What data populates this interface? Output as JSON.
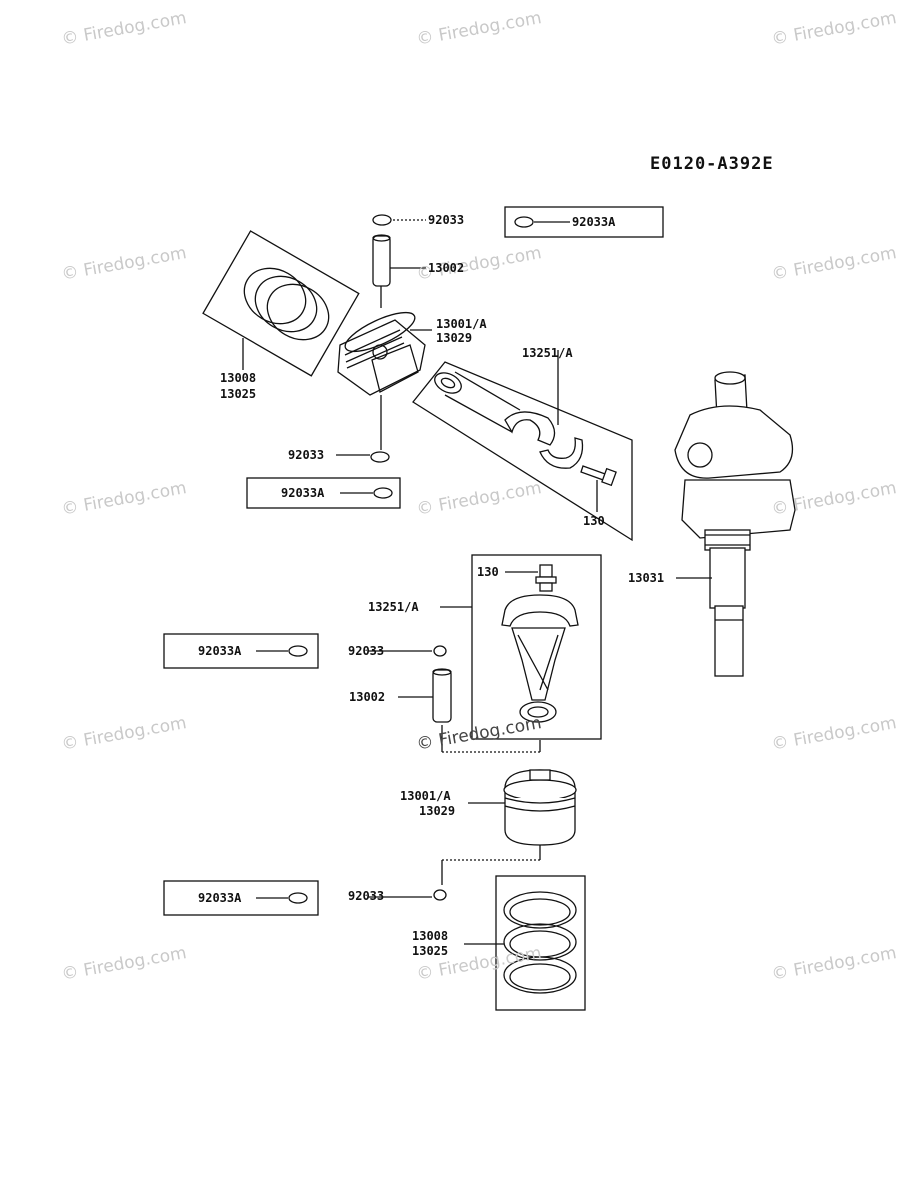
{
  "diagram_code": "E0120-A392E",
  "watermark": "© Firedog.com",
  "labels": {
    "top_circlip": "92033",
    "top_circlip_box": "92033A",
    "top_pin": "13002",
    "top_piston_a": "13001/A",
    "top_piston_b": "13029",
    "top_rings_a": "13008",
    "top_rings_b": "13025",
    "top_rod": "13251/A",
    "top_lower_circlip": "92033",
    "top_lower_circlip_box": "92033A",
    "top_bolt": "130",
    "crankshaft": "13031",
    "bot_bolt": "130",
    "bot_rod": "13251/A",
    "bot_circlip_box_1": "92033A",
    "bot_circlip_1": "92033",
    "bot_pin": "13002",
    "bot_piston_a": "13001/A",
    "bot_piston_b": "13029",
    "bot_circlip_box_2": "92033A",
    "bot_circlip_2": "92033",
    "bot_rings_a": "13008",
    "bot_rings_b": "13025"
  }
}
